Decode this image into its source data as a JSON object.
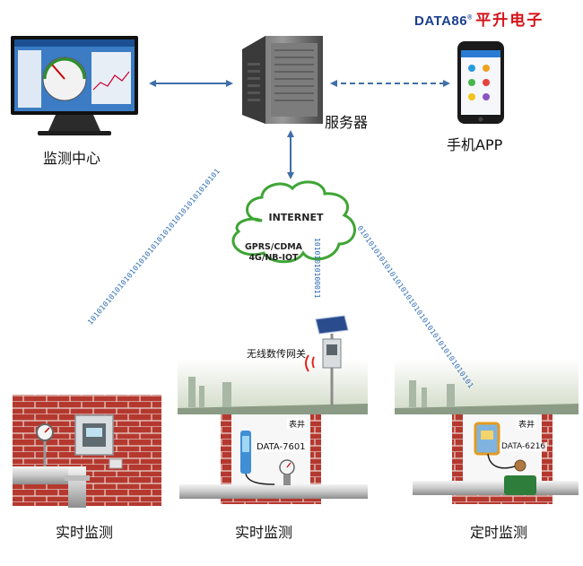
{
  "brand": {
    "en": "DATA86",
    "mark": "®",
    "cn": "平升电子"
  },
  "nodes": {
    "monitor_center": "监测中心",
    "server": "服务器",
    "phone_app": "手机APP"
  },
  "cloud": {
    "title": "INTERNET",
    "line1": "GPRS/CDMA",
    "line2": "4G/NB-IOT"
  },
  "binary": {
    "left": "1010101010101010101010101010101010101010101",
    "middle": "10101010100011",
    "right": "010101010101010101010101010101010101010101"
  },
  "gateway_label": "无线数传网关",
  "sites": [
    {
      "caption": "实时监测"
    },
    {
      "caption": "实时监测",
      "well_label": "表井",
      "device": "DATA-7601"
    },
    {
      "caption": "定时监测",
      "well_label": "表井",
      "device": "DATA-6216"
    }
  ],
  "colors": {
    "brick": "#b5382f",
    "arrow": "#3f6ea8",
    "cloud": "#3fa535",
    "binary": "#2f6db5"
  }
}
